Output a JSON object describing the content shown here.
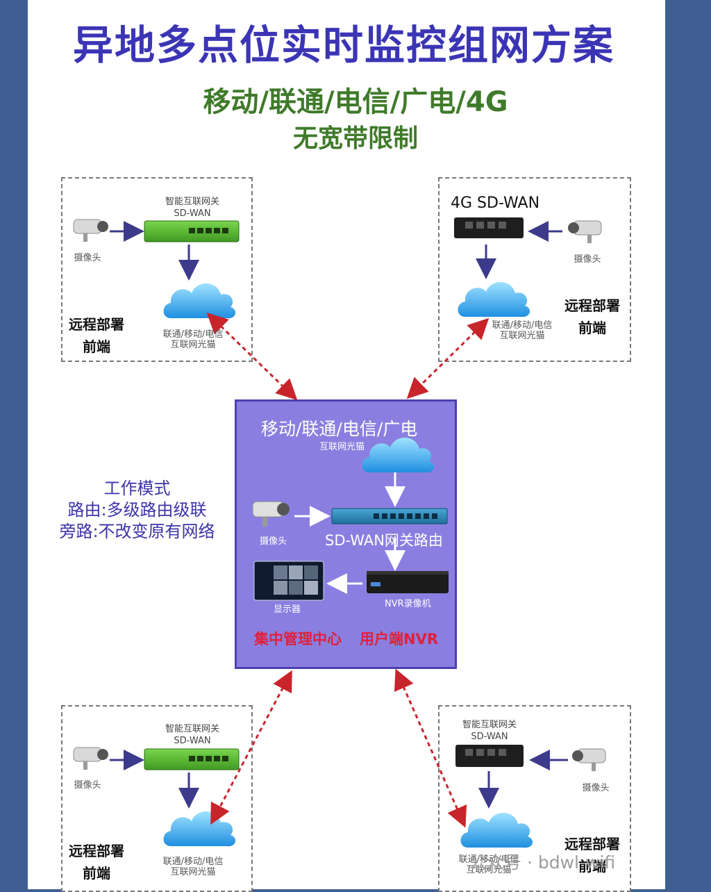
{
  "title": "异地多点位实时监控组网方案",
  "subtitle_line1": "移动/联通/电信/广电/4G",
  "subtitle_line2": "无宽带限制",
  "labels": {
    "camera": "摄像头",
    "smart_gateway": "智能互联网关",
    "sdwan": "SD-WAN",
    "sdwan_4g": "4G SD-WAN",
    "isp_line": "联通/移动/电信",
    "optical_modem": "互联网光猫",
    "remote_line1": "远程部署",
    "remote_line2": "前端"
  },
  "hub": {
    "isp": "移动/联通/电信/广电",
    "optical_modem": "互联网光猫",
    "camera": "摄像头",
    "gateway": "SD-WAN网关路由",
    "display": "显示器",
    "nvr": "NVR录像机",
    "center_left": "集中管理中心",
    "center_right": "用户端NVR"
  },
  "mode": {
    "line1": "工作模式",
    "line2": "路由:多级路由级联",
    "line3": "旁路:不改变原有网络"
  },
  "watermark": "公众号 · bdwl-wifi",
  "colors": {
    "page_bg": "#3f5f93",
    "title": "#3b35b5",
    "subtitle": "#3f7a2a",
    "hub_bg": "#8a7fe0",
    "hub_border": "#4b40b0",
    "link_dashed": "#c8242c",
    "arrow": "#3c3a8a",
    "gateway_green": "#5cbf3a"
  },
  "icons": [
    "camera-icon",
    "cloud-icon",
    "router-icon",
    "nvr-icon",
    "monitor-icon"
  ]
}
